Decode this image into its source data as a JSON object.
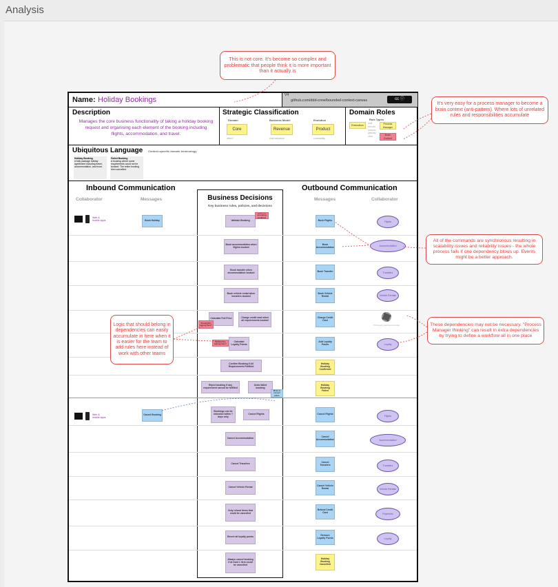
{
  "page": {
    "title": "Analysis"
  },
  "canvas": {
    "name_label": "Name:",
    "name_value": "Holiday Bookings",
    "version": "V4",
    "repo": "github.com/ddd-crew/bounded-context-canvas",
    "description": {
      "title": "Description",
      "text": "Manages the core business functionality of taking a holiday booking request and organising each element of the booking including flights, accommodation, and travel."
    },
    "strategic": {
      "title": "Strategic Classification",
      "domain_label": "Domain",
      "domain_value": "Core",
      "domain_other": "other?",
      "model_label": "Business Model",
      "model_value": "Revenue",
      "model_other": "cost reduction",
      "evolution_label": "Evolution",
      "evolution_value": "Product",
      "evolution_other": "commodity"
    },
    "roles": {
      "title": "Domain Roles",
      "types_label": "Role Types",
      "execution": "Execution",
      "process": "Process Manager",
      "brain": "Brain Context",
      "faded": [
        "draft",
        "execute",
        "analysis",
        "gateway",
        "other"
      ]
    },
    "ubiquitous": {
      "title": "Ubiquitous Language",
      "subtitle": "Context-specific domain terminology",
      "terms": [
        {
          "name": "Holiday Booking",
          "def": "A fully package holiday agreement including travel, accommodation, and more."
        },
        {
          "name": "Failed Booking",
          "def": "A booking where some requirements could not be booked. The entire booking then cancelled."
        }
      ]
    },
    "inbound": {
      "title": "Inbound Communication",
      "collab_label": "Collaborator",
      "messages_label": "Messages"
    },
    "outbound": {
      "title": "Outbound Communication",
      "messages_label": "Messages",
      "collab_label": "Collaborator"
    },
    "decisions": {
      "title": "Business Decisions",
      "subtitle": "Key business rules, policies, and decisions"
    },
    "inbound_collabs": [
      {
        "label": "Web & mobile apps"
      },
      {
        "label": "Web & mobile apps"
      }
    ],
    "inbound_msgs": [
      "Book Holiday",
      "Cancel Booking"
    ],
    "decision_items": [
      "Validate Booking",
      "Book accommodation when flights booked",
      "Book transfer when accommodation booked",
      "Book vehicle rental when transfers booked",
      "Calculate Full Price",
      "Charge credit card when all requirements booked",
      "Calculate Loyalty Points",
      "Confirm Booking if All Requirements Fulfilled",
      "Reject booking if any requirement cannot be fulfilled",
      "Undo failed booking",
      "Bookings can be refunded within 7 days only",
      "Cancel Flights",
      "Cancel Accommodation",
      "Cancel Transfers",
      "Cancel Vehicle Rental",
      "Only refund items that could be cancelled",
      "Revert all loyalty points",
      "Always cancel booking if at least 1 item could be cancelled"
    ],
    "pink_notes": [
      "Rules for accepting bookings",
      "Should this belong here?",
      "Should this belong here?",
      "Move to correct place"
    ],
    "outbound_msgs": [
      "Book Flights",
      "Book Accommodation",
      "Book Transfer",
      "Book Vehicle Rental",
      "Charge Credit Card",
      "Add Loyalty Points",
      "Holiday Booking Confirmed",
      "Holiday Booking Failed",
      "Cancel Flights",
      "Cancel Accommodation",
      "Cancel Transfers",
      "Cancel Vehicle Rental",
      "Refund Credit Card",
      "Remove Loyalty Points",
      "Holiday Booking Cancelled"
    ],
    "outbound_collabs": [
      "Flights",
      "Accommodation",
      "Transfers",
      "Vehicle Rentals",
      "Third-party payment provider",
      "Loyalty",
      "Flights",
      "Accommodation",
      "Transfers",
      "Vehicle Rentals",
      "Payments",
      "Loyalty"
    ]
  },
  "notes": {
    "top": "This is not core. It's become so complex and problematic that people think it is more important than it actually is",
    "right_top": "It's very easy for a process manager to become a brain context (anti-pattern). Where lots of unrelated rules and responsibilities accumulate",
    "right_mid": "All of the commands are synchronous resulting in scalability issues and reliability issues - the whole process fails if one dependency blows up. Events might be a better approach.",
    "right_low": "These dependencies may not be necessary. \"Process Manager thinking\" can result in extra dependencies by trying to define a workflow all in one place",
    "left": "Logic that should belong in dependencies can easily accumulate in here when it is easier for the team to add rules here instead of work with other teams"
  },
  "colors": {
    "note_red": "#e04040",
    "sticky_blue": "#a9d4f5",
    "sticky_purple": "#d6c7e6",
    "sticky_yellow": "#fdf38a",
    "sticky_pink": "#f47f8f",
    "name_purple": "#8e2e9e"
  }
}
